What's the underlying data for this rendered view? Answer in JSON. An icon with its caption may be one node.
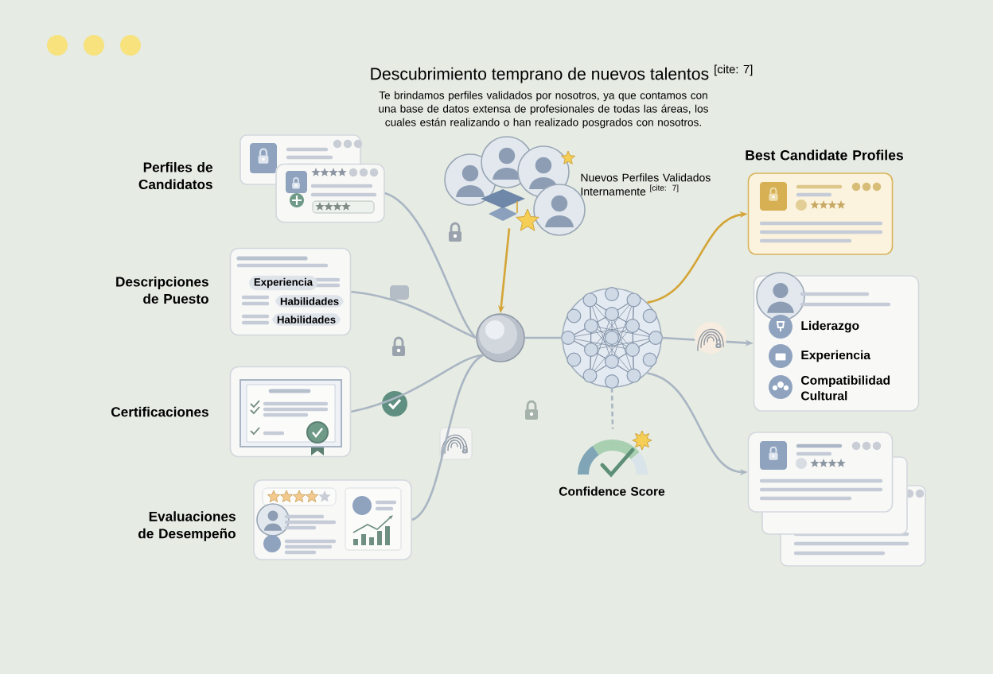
{
  "diagram": {
    "title": "Descubrimiento temprano de nuevos talentos $^{[cite: 7]}$",
    "nodes": [
      {
        "text": [],
        "shape": "box",
        "beside": [
          "Perfiles de Candidatos"
        ]
      },
      {
        "text": [
          "Experiencia",
          "Habilidades",
          "Habilidades"
        ],
        "beside": [
          "Descripciones de Puesto"
        ]
      },
      {
        "text": [],
        "shape": "box",
        "beside": [
          "Certificaciones"
        ]
      },
      {
        "text": [],
        "shape": "box",
        "beside": [
          "Evaluaciones de Desempeño"
        ]
      },
      {
        "text": [],
        "shape": "picture",
        "beside": [
          "Nuevos Perfiles Validados Internamente $^{[cite: 7]}$"
        ]
      },
      {
        "text": [],
        "shape": "circle"
      },
      {
        "text": [],
        "shape": "circle"
      },
      {
        "text": [],
        "shape": "picture",
        "beside": [
          "Confidence Score"
        ]
      },
      {
        "text": [],
        "shape": "box",
        "beside": [
          "Best Candidate Profiles"
        ]
      },
      {
        "text": [
          "Liderazgo",
          "Experiencia",
          "Compatibilidad Cultural"
        ]
      },
      {
        "text": [],
        "shape": "box"
      }
    ],
    "edges": [
      {
        "from": 0,
        "to": 5,
        "arrow": "none"
      },
      {
        "from": 1,
        "to": 5,
        "arrow": "none"
      },
      {
        "from": 2,
        "to": 5,
        "arrow": "none"
      },
      {
        "from": 3,
        "to": 5,
        "arrow": "none"
      },
      {
        "from": 4,
        "to": 5,
        "arrow": "to",
        "color": "#d4a435"
      },
      {
        "from": 5,
        "to": 6,
        "arrow": "none"
      },
      {
        "from": 6,
        "to": 8,
        "arrow": "to",
        "color": "#d4a435"
      },
      {
        "from": 6,
        "to": 9,
        "arrow": "to"
      },
      {
        "from": 6,
        "to": 10,
        "arrow": "to"
      },
      {
        "from": 6,
        "to": 7,
        "arrow": "none",
        "style": "dashed"
      }
    ],
    "labels": [
      "Te brindamos perfiles validados por nosotros, ya que contamos con una base de datos extensa de profesionales de todas las áreas, los cuales están realizando o han realizado posgrados con nosotros."
    ]
  }
}
